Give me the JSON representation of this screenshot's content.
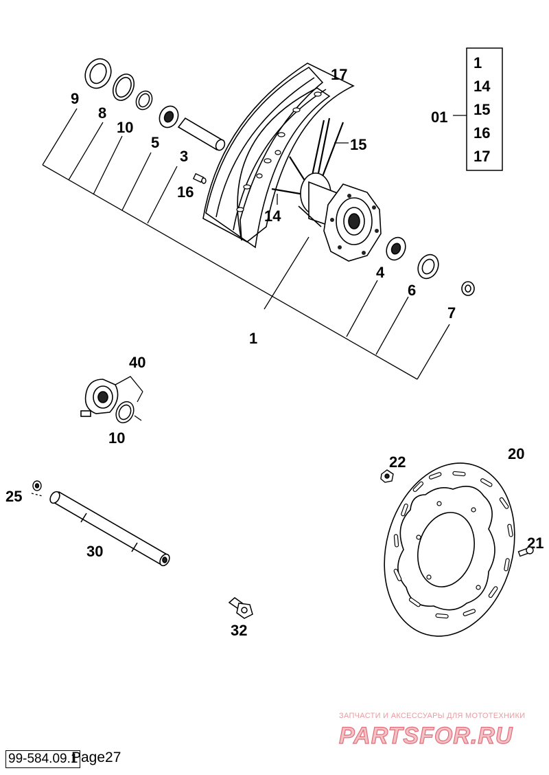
{
  "labels": {
    "p1": "1",
    "p3": "3",
    "p4": "4",
    "p5": "5",
    "p6": "6",
    "p7": "7",
    "p8": "8",
    "p9": "9",
    "p10a": "10",
    "p10b": "10",
    "p14a": "14",
    "p15a": "15",
    "p16a": "16",
    "p17a": "17",
    "p20": "20",
    "p21": "21",
    "p22": "22",
    "p25": "25",
    "p30": "30",
    "p32": "32",
    "p40": "40",
    "p01": "01"
  },
  "assembly_box": {
    "items": [
      "1",
      "14",
      "15",
      "16",
      "17"
    ]
  },
  "footer": {
    "code": "99-584.09.1",
    "page": "Page27"
  },
  "watermark": {
    "caption": "ЗАПЧАСТИ И АКСЕССУАРЫ ДЛЯ МОТОТЕХНИКИ",
    "logo": "PARTSFOR.RU"
  },
  "colors": {
    "ink": "#000000",
    "watermark_fill": "#f4c2c6",
    "watermark_stroke": "#e06d78"
  }
}
